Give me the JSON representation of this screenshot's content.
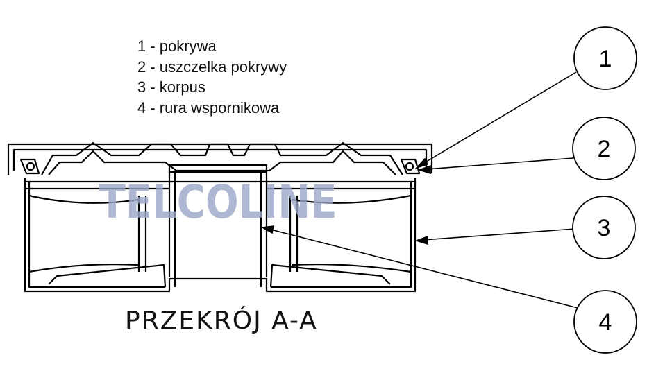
{
  "legend": {
    "items": [
      {
        "number": "1",
        "label": "1 - pokrywa"
      },
      {
        "number": "2",
        "label": "2 - uszczelka pokrywy"
      },
      {
        "number": "3",
        "label": "3 - korpus"
      },
      {
        "number": "4",
        "label": "4 - rura wspornikowa"
      }
    ]
  },
  "watermark": "TELCOLINE",
  "section_title": "PRZEKRÓJ A-A",
  "callouts": [
    "1",
    "2",
    "3",
    "4"
  ],
  "colors": {
    "line": "#000000",
    "watermark": "#9aa6c8",
    "background": "#ffffff"
  }
}
